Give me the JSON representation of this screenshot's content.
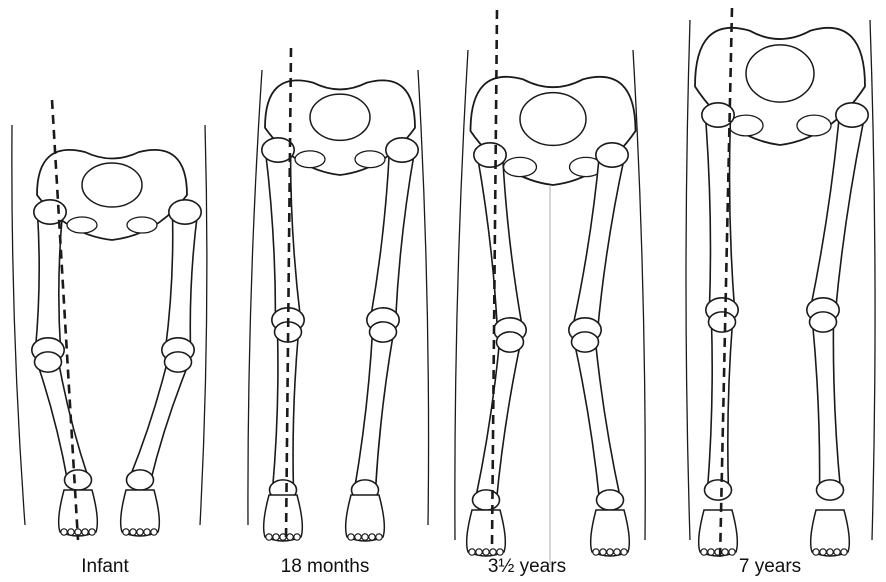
{
  "stages": [
    {
      "label": "Infant"
    },
    {
      "label": "18 months"
    },
    {
      "label": "3½ years"
    },
    {
      "label": "7 years"
    }
  ],
  "colors": {
    "ink": "#1a1a1a",
    "bone_fill": "#ffffff",
    "background": "#ffffff"
  }
}
